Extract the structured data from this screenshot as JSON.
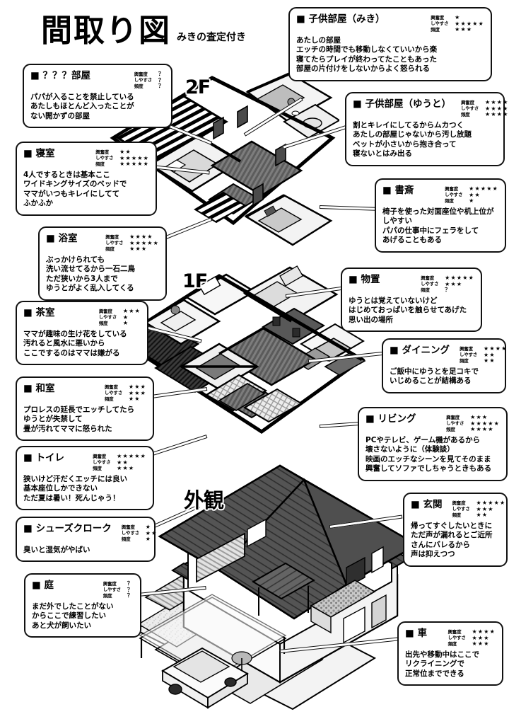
{
  "header": {
    "title": "間取り図",
    "subtitle": "みきの査定付き"
  },
  "floor_labels": {
    "second": "2F",
    "first": "1F",
    "exterior": "外観"
  },
  "stat_labels": {
    "excitement": "興奮度",
    "ease": "しやすさ",
    "frequency": "頻度"
  },
  "rooms": [
    {
      "id": "mystery-room",
      "title": "■ ？？？部屋",
      "excitement": "？",
      "ease": "？",
      "frequency": "？",
      "body": "パパが入ることを禁止している\nあたしもほとんど入ったことが\nない開かずの部屋"
    },
    {
      "id": "bedroom",
      "title": "■ 寝室",
      "excitement": "★★",
      "ease": "★★★★★",
      "frequency": "★★★★★",
      "body": "4人でするときは基本ここ\nワイドキングサイズのベッドで\nママがいつもキレイにしてて\nふかふか"
    },
    {
      "id": "bathroom",
      "title": "■ 浴室",
      "excitement": "★★★★",
      "ease": "★★★★★",
      "frequency": "★★★",
      "body": "ぶっかけられても\n洗い流せてるから一石二鳥\nただ狭いから3人まで\nゆうとがよく乱入してくる"
    },
    {
      "id": "tea-room",
      "title": "■ 茶室",
      "excitement": "★★★",
      "ease": "★",
      "frequency": "★",
      "body": "ママが趣味の生け花をしている\n汚れると風水に悪いから\nここでするのはママは嫌がる"
    },
    {
      "id": "japanese-room",
      "title": "■ 和室",
      "excitement": "★★★",
      "ease": "★★★",
      "frequency": "★★",
      "body": "プロレスの延長でエッチしてたら\nゆうとが失禁して\n畳が汚れてママに怒られた"
    },
    {
      "id": "toilet",
      "title": "■ トイレ",
      "excitement": "★★★★★",
      "ease": "★★",
      "frequency": "★★★",
      "body": "狭いけど汗だくエッチには良い\n基本座位しかできない\nただ夏は暑い！死んじゃう！"
    },
    {
      "id": "shoes-cloak",
      "title": "■ シューズクローク",
      "excitement": "★",
      "ease": "★★",
      "frequency": "★",
      "body": "臭いと湿気がやばい"
    },
    {
      "id": "garden",
      "title": "■ 庭",
      "excitement": "？",
      "ease": "？",
      "frequency": "？",
      "body": "まだ外でしたことがない\nからここで練習したい\nあと犬が飼いたい"
    },
    {
      "id": "kids-room-miki",
      "title": "■ 子供部屋（みき）",
      "excitement": "★",
      "ease": "★★★★★",
      "frequency": "★★★",
      "body": "あたしの部屋\nエッチの時間でも移動しなくていいから楽\n寝てたらプレイが終わってたこともあった\n部屋の片付けをしないからよく怒られる"
    },
    {
      "id": "kids-room-yuto",
      "title": "■ 子供部屋（ゆうと）",
      "excitement": "★★★★",
      "ease": "★★★★",
      "frequency": "★★★★",
      "body": "割とキレイにしてるからムカつく\nあたしの部屋じゃないから汚し放題\nベットが小さいから抱き合って\n寝ないとはみ出る"
    },
    {
      "id": "study",
      "title": "■ 書斎",
      "excitement": "★★★★★",
      "ease": "★★",
      "frequency": "★",
      "body": "椅子を使った対面座位や机上位が\nしやすい\nパパの仕事中にフェラをして\nあげることもある"
    },
    {
      "id": "storage",
      "title": "■ 物置",
      "excitement": "★★★★★",
      "ease": "★★★",
      "frequency": "？",
      "body": "ゆうとは覚えていないけど\nはじめておっぱいを触らせてあげた\n思い出の場所"
    },
    {
      "id": "dining",
      "title": "■ ダイニング",
      "excitement": "★★★★",
      "ease": "★★",
      "frequency": "★★",
      "body": "ご飯中にゆうとを足コキで\nいじめることが結構ある"
    },
    {
      "id": "living",
      "title": "■ リビング",
      "excitement": "★★★",
      "ease": "★★★★★",
      "frequency": "★★★★",
      "body": "PCやテレビ、ゲーム機があるから\n壊さないように（体験談）\n映画のエッチなシーンを見てそのまま\n興奮してソファでしちゃうときもある"
    },
    {
      "id": "entrance",
      "title": "■ 玄関",
      "excitement": "★★★★★",
      "ease": "★★★",
      "frequency": "★★",
      "body": "帰ってすぐしたいときに\nただ声が漏れるとご近所\nさんにバレるから\n声は抑えつつ"
    },
    {
      "id": "car",
      "title": "■ 車",
      "excitement": "★★★★",
      "ease": "★★★",
      "frequency": "★★★",
      "body": "出先や移動中はここで\nリクライニングで\n正常位までできる"
    }
  ],
  "colors": {
    "ink": "#111111",
    "paper": "#ffffff",
    "roof": "#4a4a4a",
    "floor_dark": "#6e6e6e",
    "wall_gray": "#d8d8d8"
  }
}
